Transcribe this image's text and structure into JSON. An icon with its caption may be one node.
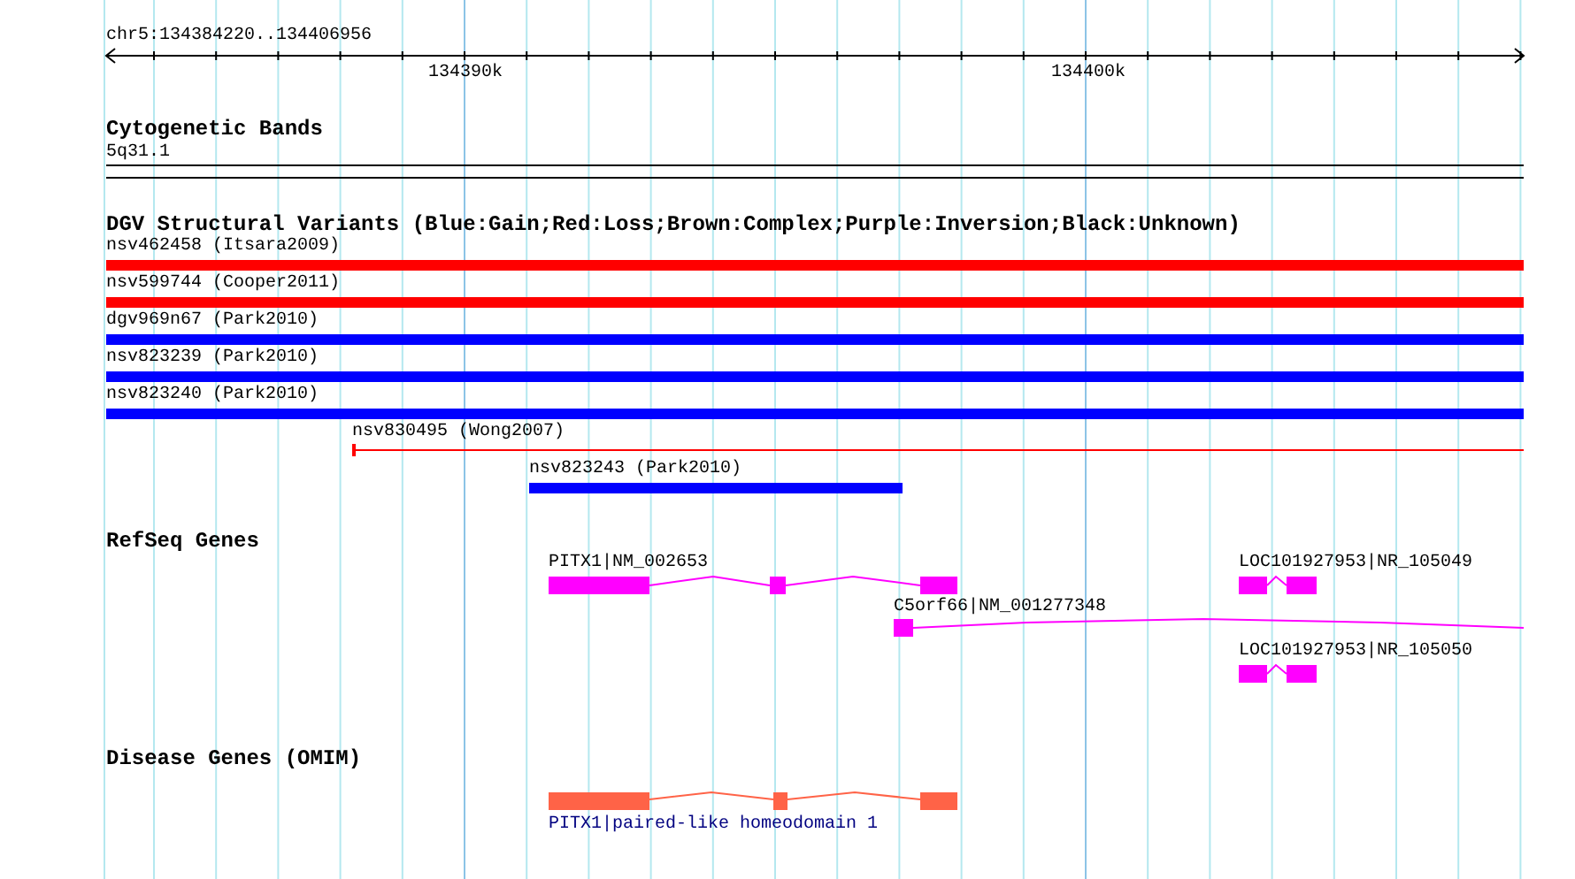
{
  "diagram": {
    "labels": [
      "chr5:134384220..134406956",
      "134390k",
      "134400k",
      "Cytogenetic Bands",
      "5q31.1",
      "DGV Structural Variants (Blue:Gain;Red:Loss;Brown:Complex;Purple:Inversion;Black:Unknown)",
      "nsv462458 (Itsara2009)",
      "nsv599744 (Cooper2011)",
      "dgv969n67 (Park2010)",
      "nsv823239 (Park2010)",
      "nsv823240 (Park2010)",
      "nsv830495 (Wong2007)",
      "nsv823243 (Park2010)",
      "RefSeq Genes",
      "PITX1|NM_002653",
      "LOC101927953|NR_105049",
      "C5orf66|NM_001277348",
      "LOC101927953|NR_105050",
      "Disease Genes (OMIM)",
      "PITX1|paired-like homeodomain 1"
    ]
  }
}
